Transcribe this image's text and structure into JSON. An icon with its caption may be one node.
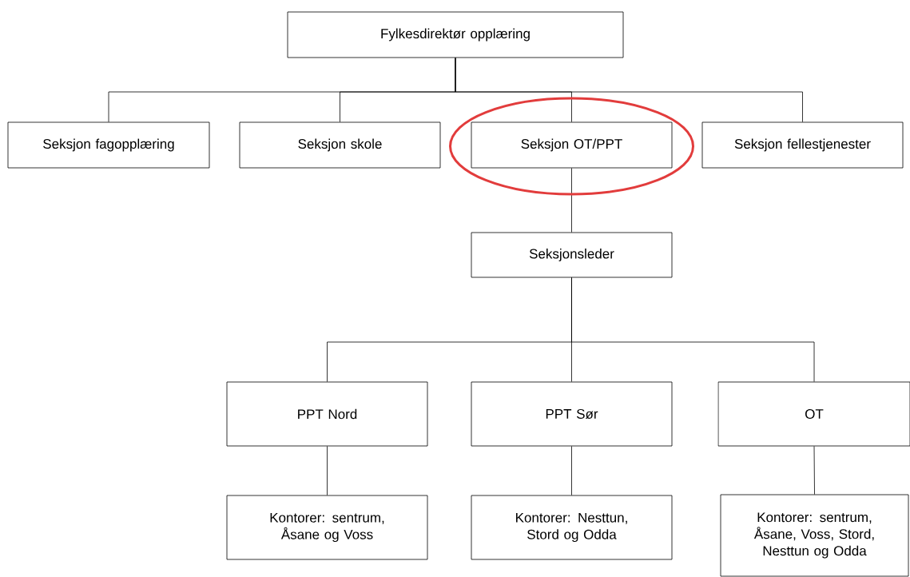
{
  "diagram": {
    "nodes": [
      {
        "text": [
          "Fylkesdirektør opplæring"
        ]
      },
      {
        "text": [
          "Seksjon fagopplæring"
        ]
      },
      {
        "text": [
          "Seksjon skole"
        ]
      },
      {
        "text": [
          "Seksjon OT/PPT"
        ]
      },
      {
        "text": [
          "Seksjon fellestjenester"
        ]
      },
      {
        "text": [
          "Seksjonsleder"
        ]
      },
      {
        "text": [
          "PPT Nord"
        ]
      },
      {
        "text": [
          "PPT Sør"
        ]
      },
      {
        "text": [
          "OT"
        ]
      },
      {
        "text": [
          "Kontorer: sentrum, Åsane og Voss"
        ]
      },
      {
        "text": [
          "Kontorer: Nesttun, Stord og Odda"
        ]
      },
      {
        "text": [
          "Kontorer: sentrum, Åsane, Voss, Stord, Nesttun og Odda"
        ]
      }
    ],
    "edges": [
      {
        "from": 0,
        "to": 1,
        "arrow": "none"
      },
      {
        "from": 0,
        "to": 2,
        "arrow": "none"
      },
      {
        "from": 0,
        "to": 3,
        "arrow": "none"
      },
      {
        "from": 0,
        "to": 4,
        "arrow": "none"
      },
      {
        "from": 3,
        "to": 5,
        "arrow": "none"
      },
      {
        "from": 5,
        "to": 6,
        "arrow": "none"
      },
      {
        "from": 5,
        "to": 7,
        "arrow": "none"
      },
      {
        "from": 5,
        "to": 8,
        "arrow": "none"
      },
      {
        "from": 6,
        "to": 9,
        "arrow": "none"
      },
      {
        "from": 7,
        "to": 10,
        "arrow": "none"
      },
      {
        "from": 8,
        "to": 11,
        "arrow": "none"
      }
    ]
  }
}
